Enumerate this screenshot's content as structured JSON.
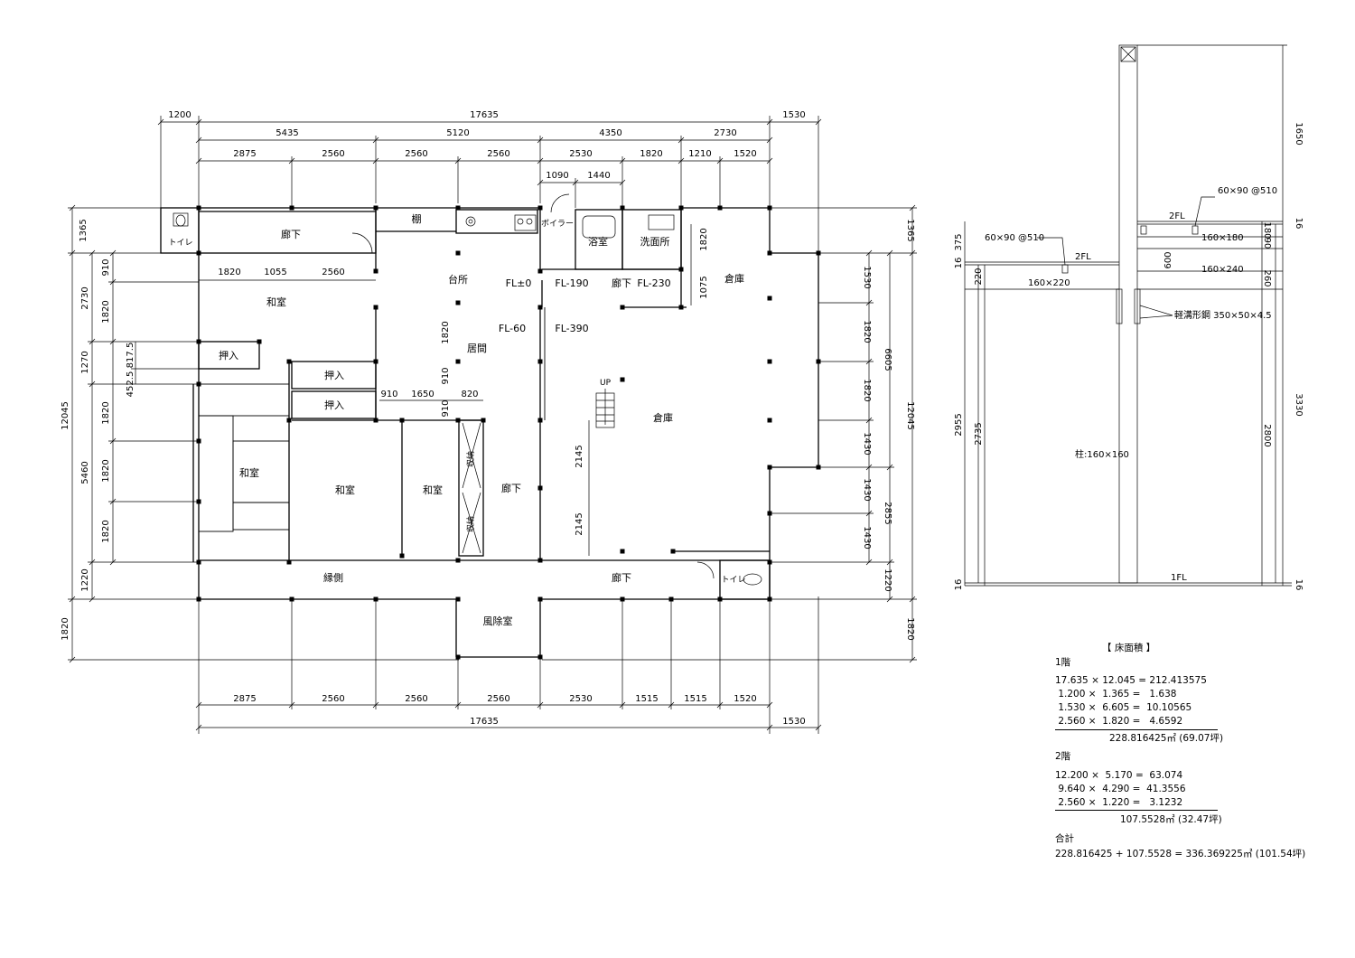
{
  "floor_plan": {
    "dims_top": {
      "overall": [
        "1200",
        "17635",
        "1530"
      ],
      "second": [
        "5435",
        "5120",
        "4350",
        "2730"
      ],
      "third": [
        "2875",
        "2560",
        "2560",
        "2560",
        "2530",
        "1820",
        "1210",
        "1520"
      ],
      "fourth": [
        "1090",
        "1440"
      ]
    },
    "dims_bottom": {
      "first": [
        "2875",
        "2560",
        "2560",
        "2560",
        "2530",
        "1515",
        "1515",
        "1520"
      ],
      "overall": [
        "17635",
        "1530"
      ]
    },
    "dims_left": {
      "outer": [
        "1365",
        "12045",
        "1820"
      ],
      "middle": [
        "2730",
        "1270",
        "5460",
        "1220"
      ],
      "inner": [
        "910",
        "1820",
        "1820",
        "1820",
        "1820"
      ],
      "small": [
        "817.5",
        "452.5"
      ]
    },
    "dims_right": {
      "outer": [
        "1365",
        "12045",
        "1820"
      ],
      "middle": [
        "6605",
        "2855",
        "1220"
      ],
      "inner": [
        "1530",
        "1820",
        "1820",
        "1430",
        "1430",
        "1430"
      ]
    },
    "dims_internal": {
      "row1": [
        "1820",
        "1055",
        "2560"
      ],
      "mid_horizontal": [
        "910",
        "1650",
        "820"
      ],
      "vert_1820": "1820",
      "vert_910a": "910",
      "vert_910b": "910",
      "hall_2145a": "2145",
      "hall_2145b": "2145",
      "storage_1820": "1820",
      "storage_1075": "1075"
    },
    "rooms": {
      "hallway_top": "廊下",
      "shelf": "棚",
      "toilet_top": "トイレ",
      "washitsu_a": "和室",
      "kitchen": "台所",
      "fl0": "FL±0",
      "fl190": "FL-190",
      "hallway_small": "廊下",
      "fl230": "FL-230",
      "storage_top": "倉庫",
      "boiler": "ボイラー",
      "bath": "浴室",
      "washroom": "洗面所",
      "oshiire_a": "押入",
      "oshiire_b": "押入",
      "oshiire_c": "押入",
      "living": "居間",
      "fl60": "FL-60",
      "fl390": "FL-390",
      "up": "UP",
      "storage_main": "倉庫",
      "washitsu_b": "和室",
      "washitsu_c": "和室",
      "washitsu_d": "和室",
      "closet_a": "収納",
      "closet_b": "収納",
      "hallway_mid": "廊下",
      "engawa": "縁側",
      "hallway_bottom": "廊下",
      "toilet_bottom": "トイレ",
      "windbreak": "風除室"
    }
  },
  "section": {
    "labels": {
      "joist_top": "60×90 @510",
      "joist_left": "60×90 @510",
      "fl2_right": "2FL",
      "fl2_left": "2FL",
      "beam_180": "160×180",
      "beam_240": "160×240",
      "beam_220": "160×220",
      "steel": "軽溝形鋼 350×50×4.5",
      "column": "柱:160×160",
      "fl1": "1FL"
    },
    "dims_right": [
      "1650",
      "16",
      "180",
      "90",
      "600",
      "260",
      "3330",
      "2800",
      "16"
    ],
    "dims_left": [
      "375",
      "16",
      "220",
      "2955",
      "2735",
      "16"
    ]
  },
  "area_table": {
    "heading": "【 床面積 】",
    "floor1_label": "1階",
    "floor1_rows": [
      "17.635 × 12.045 = 212.413575",
      " 1.200 ×  1.365 =   1.638",
      " 1.530 ×  6.605 =  10.10565",
      " 2.560 ×  1.820 =   4.6592"
    ],
    "floor1_total": "228.816425㎡ (69.07坪)",
    "floor2_label": "2階",
    "floor2_rows": [
      "12.200 ×  5.170 =  63.074",
      " 9.640 ×  4.290 =  41.3556",
      " 2.560 ×  1.220 =   3.1232"
    ],
    "floor2_total": "107.5528㎡ (32.47坪)",
    "total_label": "合計",
    "total_row": "228.816425 + 107.5528 = 336.369225㎡ (101.54坪)"
  }
}
